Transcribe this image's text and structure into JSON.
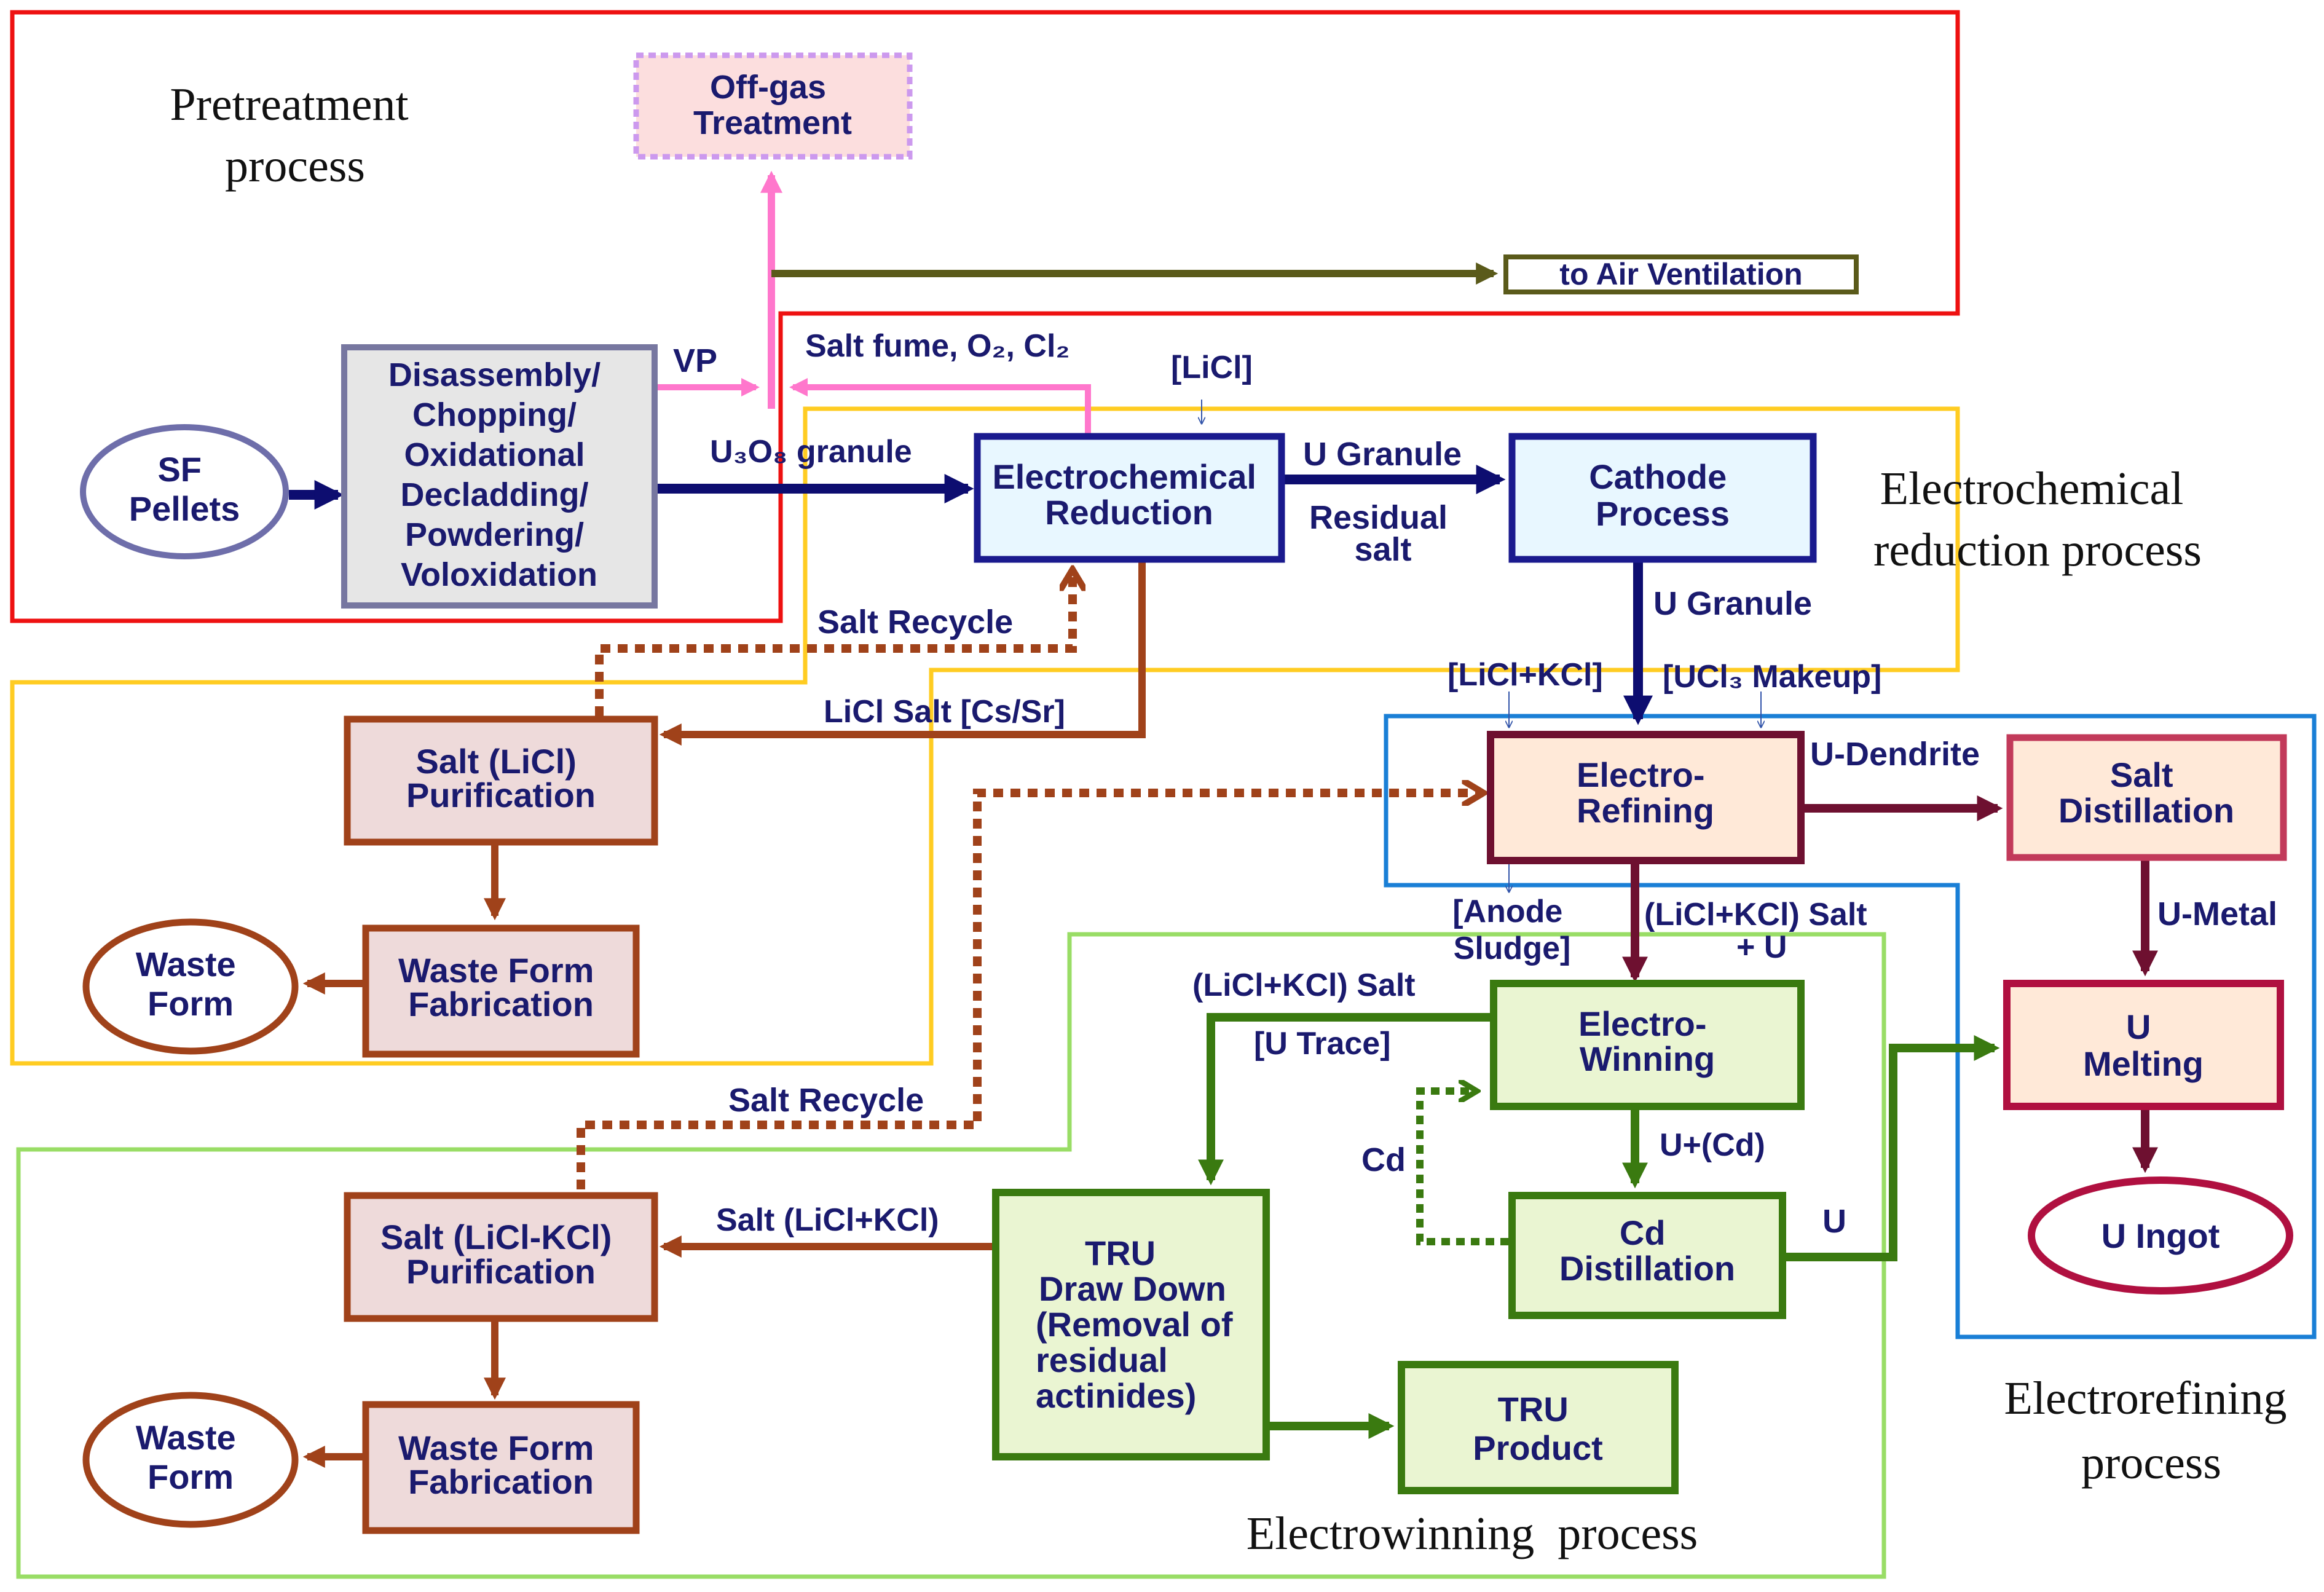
{
  "colors": {
    "pretreatment_region": "#ee1111",
    "reduction_region": "#ffcc22",
    "electrorefining_region": "#1a7fd6",
    "electrowinning_region": "#99dd66",
    "navy": "#0d0d70",
    "brown": "#a0421a",
    "maroon": "#6e1030",
    "dark_green": "#3a7a10",
    "pink": "#ff77cc",
    "olive": "#5a5a1a",
    "blue_box_fill": "#e8f7ff",
    "gray_box_fill": "#e6e6e6",
    "brown_box_fill": "#eedada",
    "peach_box_fill": "#ffe9d8",
    "green_box_fill": "#eaf5d2",
    "offgas_fill": "#fcdede"
  },
  "regions": {
    "pretreatment": {
      "line1": "Pretreatment",
      "line2": "process"
    },
    "reduction": {
      "line1": "Electrochemical",
      "line2": "reduction process"
    },
    "electrorefining": {
      "line1": "Electrorefining",
      "line2": "process"
    },
    "electrowinning": {
      "line1": "Electrowinning  process"
    }
  },
  "nodes": {
    "sf_pellets": {
      "lines": [
        "SF",
        "Pellets"
      ]
    },
    "disassembly": {
      "lines": [
        "Disassembly/",
        "Chopping/",
        "Oxidational",
        "Decladding/",
        "Powdering/",
        "Voloxidation"
      ]
    },
    "offgas": {
      "lines": [
        "Off-gas",
        "Treatment"
      ]
    },
    "air_ventilation": {
      "lines": [
        "to Air Ventilation"
      ]
    },
    "electrochemical_reduction": {
      "lines": [
        "Electrochemical",
        "Reduction"
      ]
    },
    "cathode_process": {
      "lines": [
        "Cathode",
        "Process"
      ]
    },
    "salt_licl_purification": {
      "lines": [
        "Salt (LiCl)",
        "Purification"
      ]
    },
    "waste_form_fabrication_1": {
      "lines": [
        "Waste Form",
        "Fabrication"
      ]
    },
    "waste_form_1": {
      "lines": [
        "Waste",
        "Form"
      ]
    },
    "electro_refining": {
      "lines": [
        "Electro-",
        "Refining"
      ]
    },
    "salt_distillation": {
      "lines": [
        "Salt",
        "Distillation"
      ]
    },
    "u_melting": {
      "lines": [
        "U",
        "Melting"
      ]
    },
    "u_ingot": {
      "lines": [
        "U Ingot"
      ]
    },
    "electro_winning": {
      "lines": [
        "Electro-",
        "Winning"
      ]
    },
    "cd_distillation": {
      "lines": [
        "Cd",
        "Distillation"
      ]
    },
    "tru_draw_down": {
      "lines": [
        "TRU",
        "Draw Down",
        "(Removal of",
        "residual",
        "actinides)"
      ]
    },
    "tru_product": {
      "lines": [
        "TRU",
        "Product"
      ]
    },
    "salt_licl_kcl_purification": {
      "lines": [
        "Salt (LiCl-KCl)",
        "Purification"
      ]
    },
    "waste_form_fabrication_2": {
      "lines": [
        "Waste Form",
        "Fabrication"
      ]
    },
    "waste_form_2": {
      "lines": [
        "Waste",
        "Form"
      ]
    }
  },
  "labels": {
    "vp": "VP",
    "salt_fume": "Salt fume, O₂, Cl₂",
    "licl_bracket": "[LiCl]",
    "u3o8_granule": "U₃O₈ granule",
    "u_granule_1": "U Granule",
    "residual_salt_1": "Residual",
    "residual_salt_2": "salt",
    "u_granule_2": "U Granule",
    "salt_recycle_1": "Salt Recycle",
    "licl_kcl_bracket": "[LiCl+KCl]",
    "ucl3_makeup": "[UCl₃ Makeup]",
    "licl_salt_cs_sr": "LiCl Salt [Cs/Sr]",
    "u_dendrite": "U-Dendrite",
    "anode_sludge_1": "[Anode",
    "anode_sludge_2": "Sludge]",
    "licl_kcl_salt_u_1": "(LiCl+KCl) Salt",
    "licl_kcl_salt_u_2": "+ U",
    "u_metal": "U-Metal",
    "licl_kcl_salt_2": "(LiCl+KCl) Salt",
    "u_trace": "[U Trace]",
    "salt_recycle_2": "Salt Recycle",
    "cd": "Cd",
    "u_cd": "U+(Cd)",
    "u": "U",
    "salt_licl_kcl": "Salt (LiCl+KCl)"
  }
}
